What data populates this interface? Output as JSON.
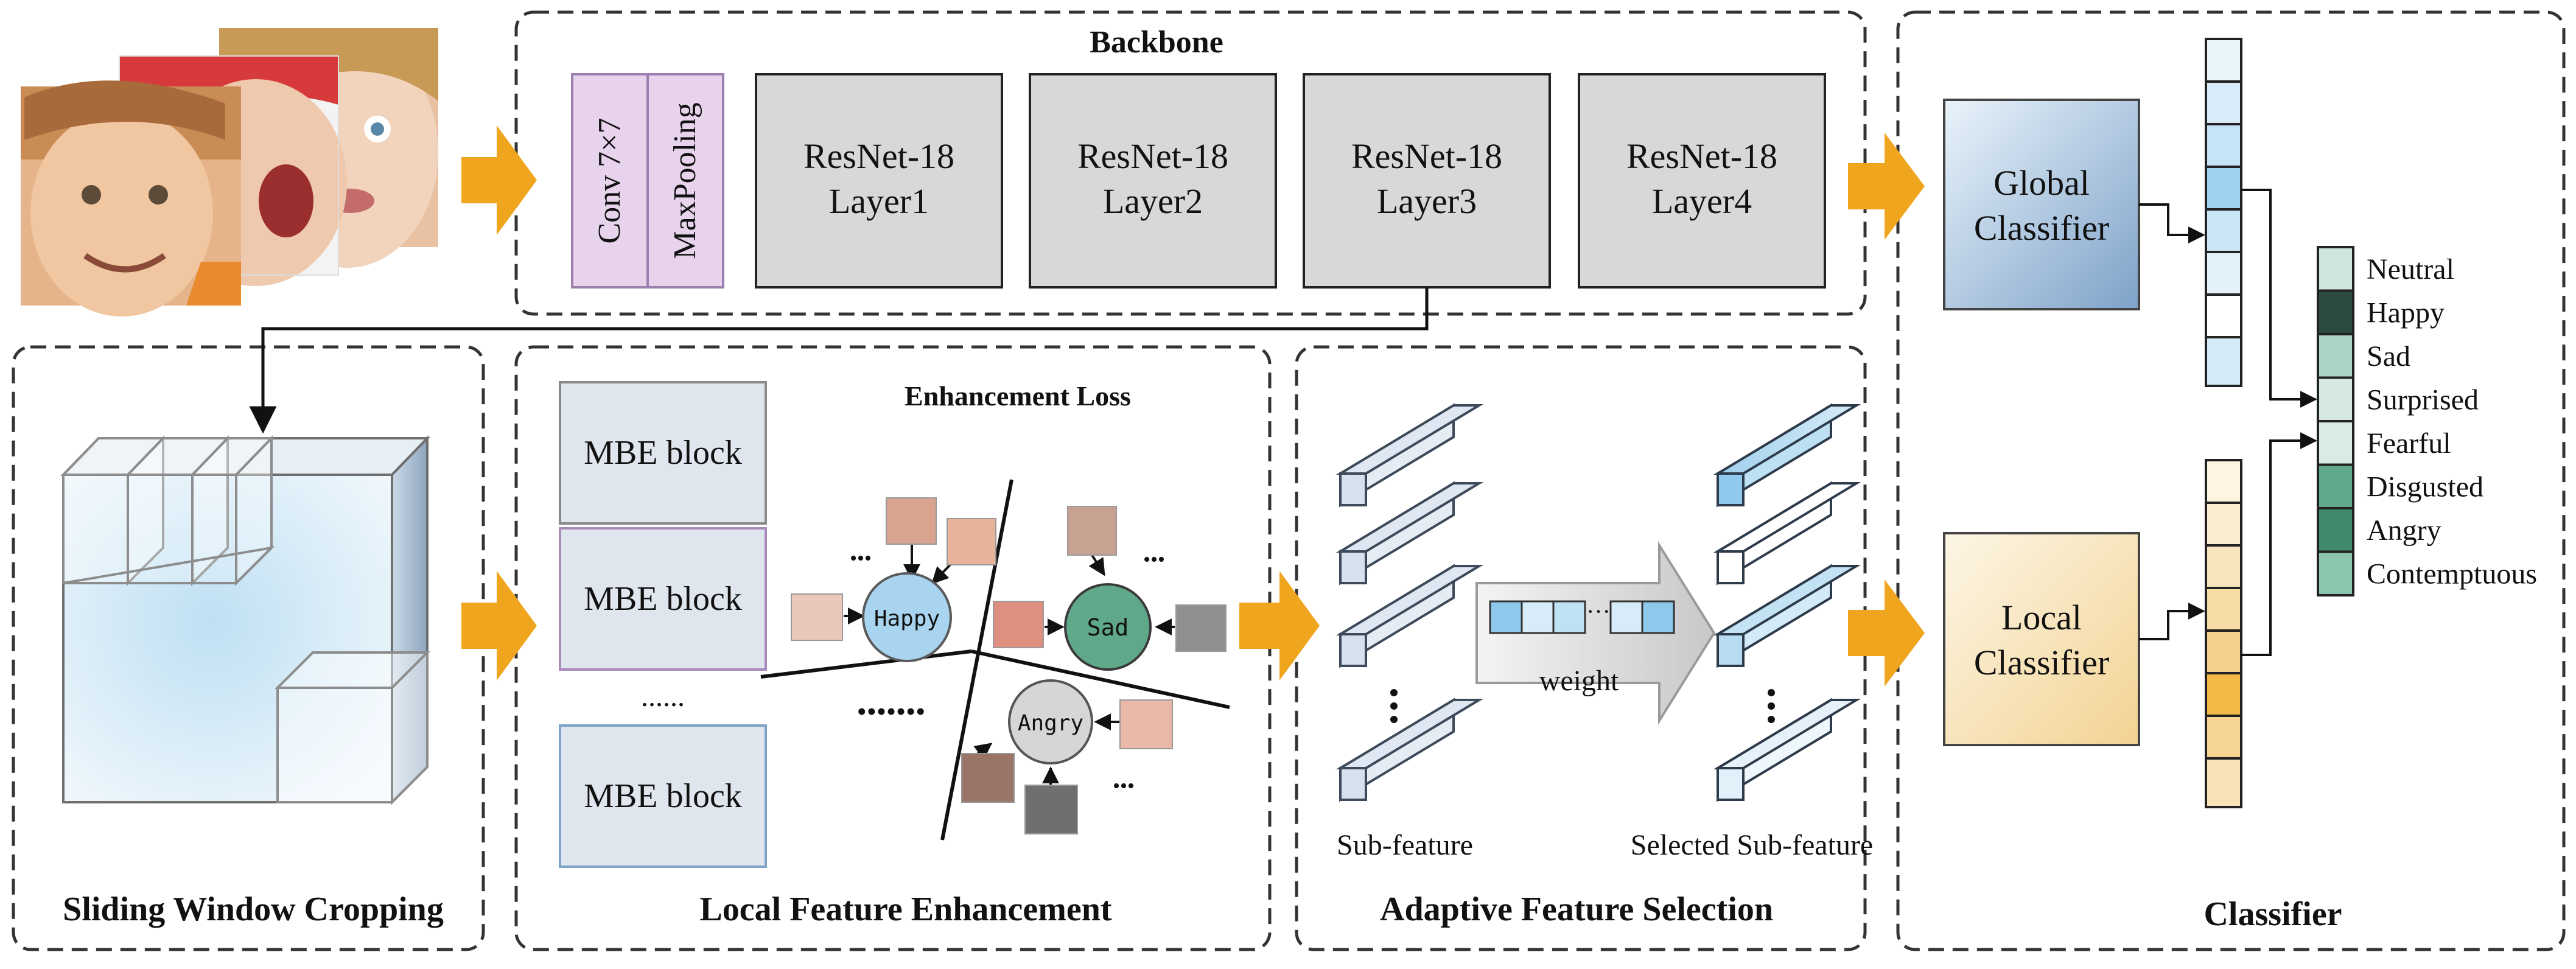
{
  "sections": {
    "backbone": "Backbone",
    "sliding_window": "Sliding Window Cropping",
    "local_feature": "Local Feature Enhancement",
    "adaptive": "Adaptive Feature Selection",
    "classifier": "Classifier"
  },
  "backbone": {
    "conv": "Conv 7×7",
    "maxpool": "MaxPooling",
    "layers": [
      {
        "line1": "ResNet-18",
        "line2": "Layer1"
      },
      {
        "line1": "ResNet-18",
        "line2": "Layer2"
      },
      {
        "line1": "ResNet-18",
        "line2": "Layer3"
      },
      {
        "line1": "ResNet-18",
        "line2": "Layer4"
      }
    ]
  },
  "local": {
    "mbe_blocks": [
      "MBE block",
      "MBE block",
      "MBE block"
    ],
    "mbe_dots": "......",
    "loss_title": "Enhancement Loss",
    "clusters": {
      "happy": "Happy",
      "sad": "Sad",
      "angry": "Angry"
    },
    "big_dots": "•••••••",
    "small_dots": "•••"
  },
  "adaptive": {
    "weight": "weight",
    "weight_dots": "···",
    "sub_feature": "Sub-feature",
    "selected": "Selected Sub-feature"
  },
  "classifier": {
    "global": {
      "line1": "Global",
      "line2": "Classifier"
    },
    "local": {
      "line1": "Local",
      "line2": "Classifier"
    },
    "emotions": [
      "Neutral",
      "Happy",
      "Sad",
      "Surprised",
      "Fearful",
      "Disgusted",
      "Angry",
      "Contemptuous"
    ],
    "emotion_colors": [
      "#cfe5dd",
      "#2d4a40",
      "#a9d3c3",
      "#d5e9e2",
      "#d9ebe4",
      "#5fa88a",
      "#3f8a6c",
      "#8cc5ae"
    ]
  },
  "colors": {
    "arrow_orange": "#f0a51e",
    "conv_purple": "#e7d3ec",
    "layer_gray": "#d8d8d8",
    "mbe_blue": "#dfe6ee",
    "happy_blue": "#a9d4ef",
    "sad_green": "#5fa88a",
    "angry_gray": "#d6d6d6"
  }
}
